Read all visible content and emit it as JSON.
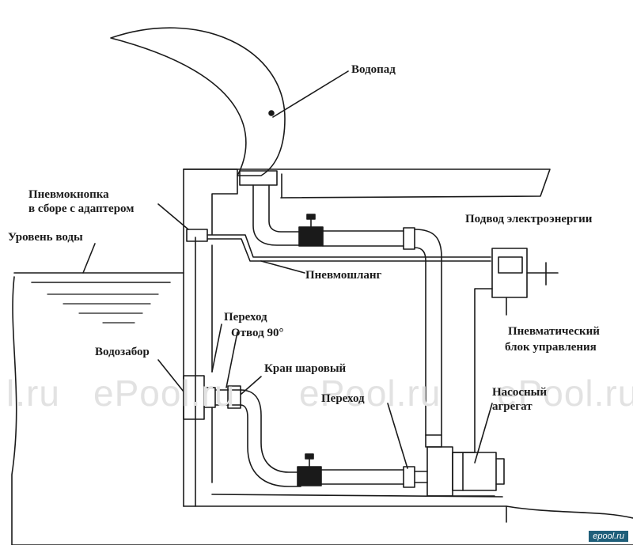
{
  "labels": {
    "waterfall": "Водопад",
    "air_button": "Пневмокнопка",
    "air_button_2": "в сборе с адаптером",
    "water_level": "Уровень воды",
    "power_supply": "Подвод электроэнергии",
    "air_hose": "Пневмошланг",
    "control_unit": "Пневматический",
    "control_unit_2": "блок управления",
    "adapter_top": "Переход",
    "elbow": "Отвод 90°",
    "intake": "Водозабор",
    "ball_valve": "Кран шаровый",
    "adapter_bottom": "Переход",
    "pump": "Насосный",
    "pump_2": "агрегат"
  },
  "watermarks": [
    "l.ru",
    "ePool.ru",
    "ePool.ru",
    "ePool.ru"
  ],
  "logo_text": "epool.ru"
}
